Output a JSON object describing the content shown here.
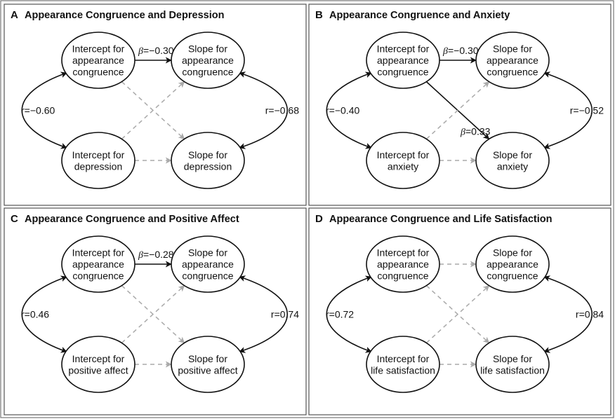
{
  "panels": [
    {
      "letter": "A",
      "title": "Appearance Congruence and Depression",
      "nodes": {
        "tl": [
          "Intercept for",
          "appearance",
          "congruence"
        ],
        "tr": [
          "Slope for",
          "appearance",
          "congruence"
        ],
        "bl": [
          "Intercept for",
          "depression"
        ],
        "br": [
          "Slope for",
          "depression"
        ]
      },
      "left_r": "r=−0.60",
      "right_r": "r=−0.68",
      "paths": [
        {
          "from": "tl",
          "to": "tr",
          "style": "solid",
          "label": "β=−0.30"
        },
        {
          "from": "tl",
          "to": "br",
          "style": "dashed",
          "label": ""
        },
        {
          "from": "bl",
          "to": "tr",
          "style": "dashed",
          "label": ""
        },
        {
          "from": "bl",
          "to": "br",
          "style": "dashed",
          "label": ""
        }
      ]
    },
    {
      "letter": "B",
      "title": "Appearance Congruence and Anxiety",
      "nodes": {
        "tl": [
          "Intercept for",
          "appearance",
          "congruence"
        ],
        "tr": [
          "Slope for",
          "appearance",
          "congruence"
        ],
        "bl": [
          "Intercept for",
          "anxiety"
        ],
        "br": [
          "Slope for",
          "anxiety"
        ]
      },
      "left_r": "r=−0.40",
      "right_r": "r=−0.52",
      "paths": [
        {
          "from": "tl",
          "to": "tr",
          "style": "solid",
          "label": "β=−0.30"
        },
        {
          "from": "tl",
          "to": "br",
          "style": "solid",
          "label": "β=0.33"
        },
        {
          "from": "bl",
          "to": "tr",
          "style": "dashed",
          "label": ""
        },
        {
          "from": "bl",
          "to": "br",
          "style": "dashed",
          "label": ""
        }
      ]
    },
    {
      "letter": "C",
      "title": "Appearance Congruence and Positive Affect",
      "nodes": {
        "tl": [
          "Intercept for",
          "appearance",
          "congruence"
        ],
        "tr": [
          "Slope for",
          "appearance",
          "congruence"
        ],
        "bl": [
          "Intercept for",
          "positive affect"
        ],
        "br": [
          "Slope for",
          "positive affect"
        ]
      },
      "left_r": "r=0.46",
      "right_r": "r=0.74",
      "paths": [
        {
          "from": "tl",
          "to": "tr",
          "style": "solid",
          "label": "β=−0.28"
        },
        {
          "from": "tl",
          "to": "br",
          "style": "dashed",
          "label": ""
        },
        {
          "from": "bl",
          "to": "tr",
          "style": "dashed",
          "label": ""
        },
        {
          "from": "bl",
          "to": "br",
          "style": "dashed",
          "label": ""
        }
      ]
    },
    {
      "letter": "D",
      "title": "Appearance Congruence and Life Satisfaction",
      "nodes": {
        "tl": [
          "Intercept for",
          "appearance",
          "congruence"
        ],
        "tr": [
          "Slope for",
          "appearance",
          "congruence"
        ],
        "bl": [
          "Intercept for",
          "life satisfaction"
        ],
        "br": [
          "Slope for",
          "life satisfaction"
        ]
      },
      "left_r": "r=0.72",
      "right_r": "r=0.84",
      "paths": [
        {
          "from": "tl",
          "to": "tr",
          "style": "dashed",
          "label": ""
        },
        {
          "from": "tl",
          "to": "br",
          "style": "dashed",
          "label": ""
        },
        {
          "from": "bl",
          "to": "tr",
          "style": "dashed",
          "label": ""
        },
        {
          "from": "bl",
          "to": "br",
          "style": "dashed",
          "label": ""
        }
      ]
    }
  ]
}
